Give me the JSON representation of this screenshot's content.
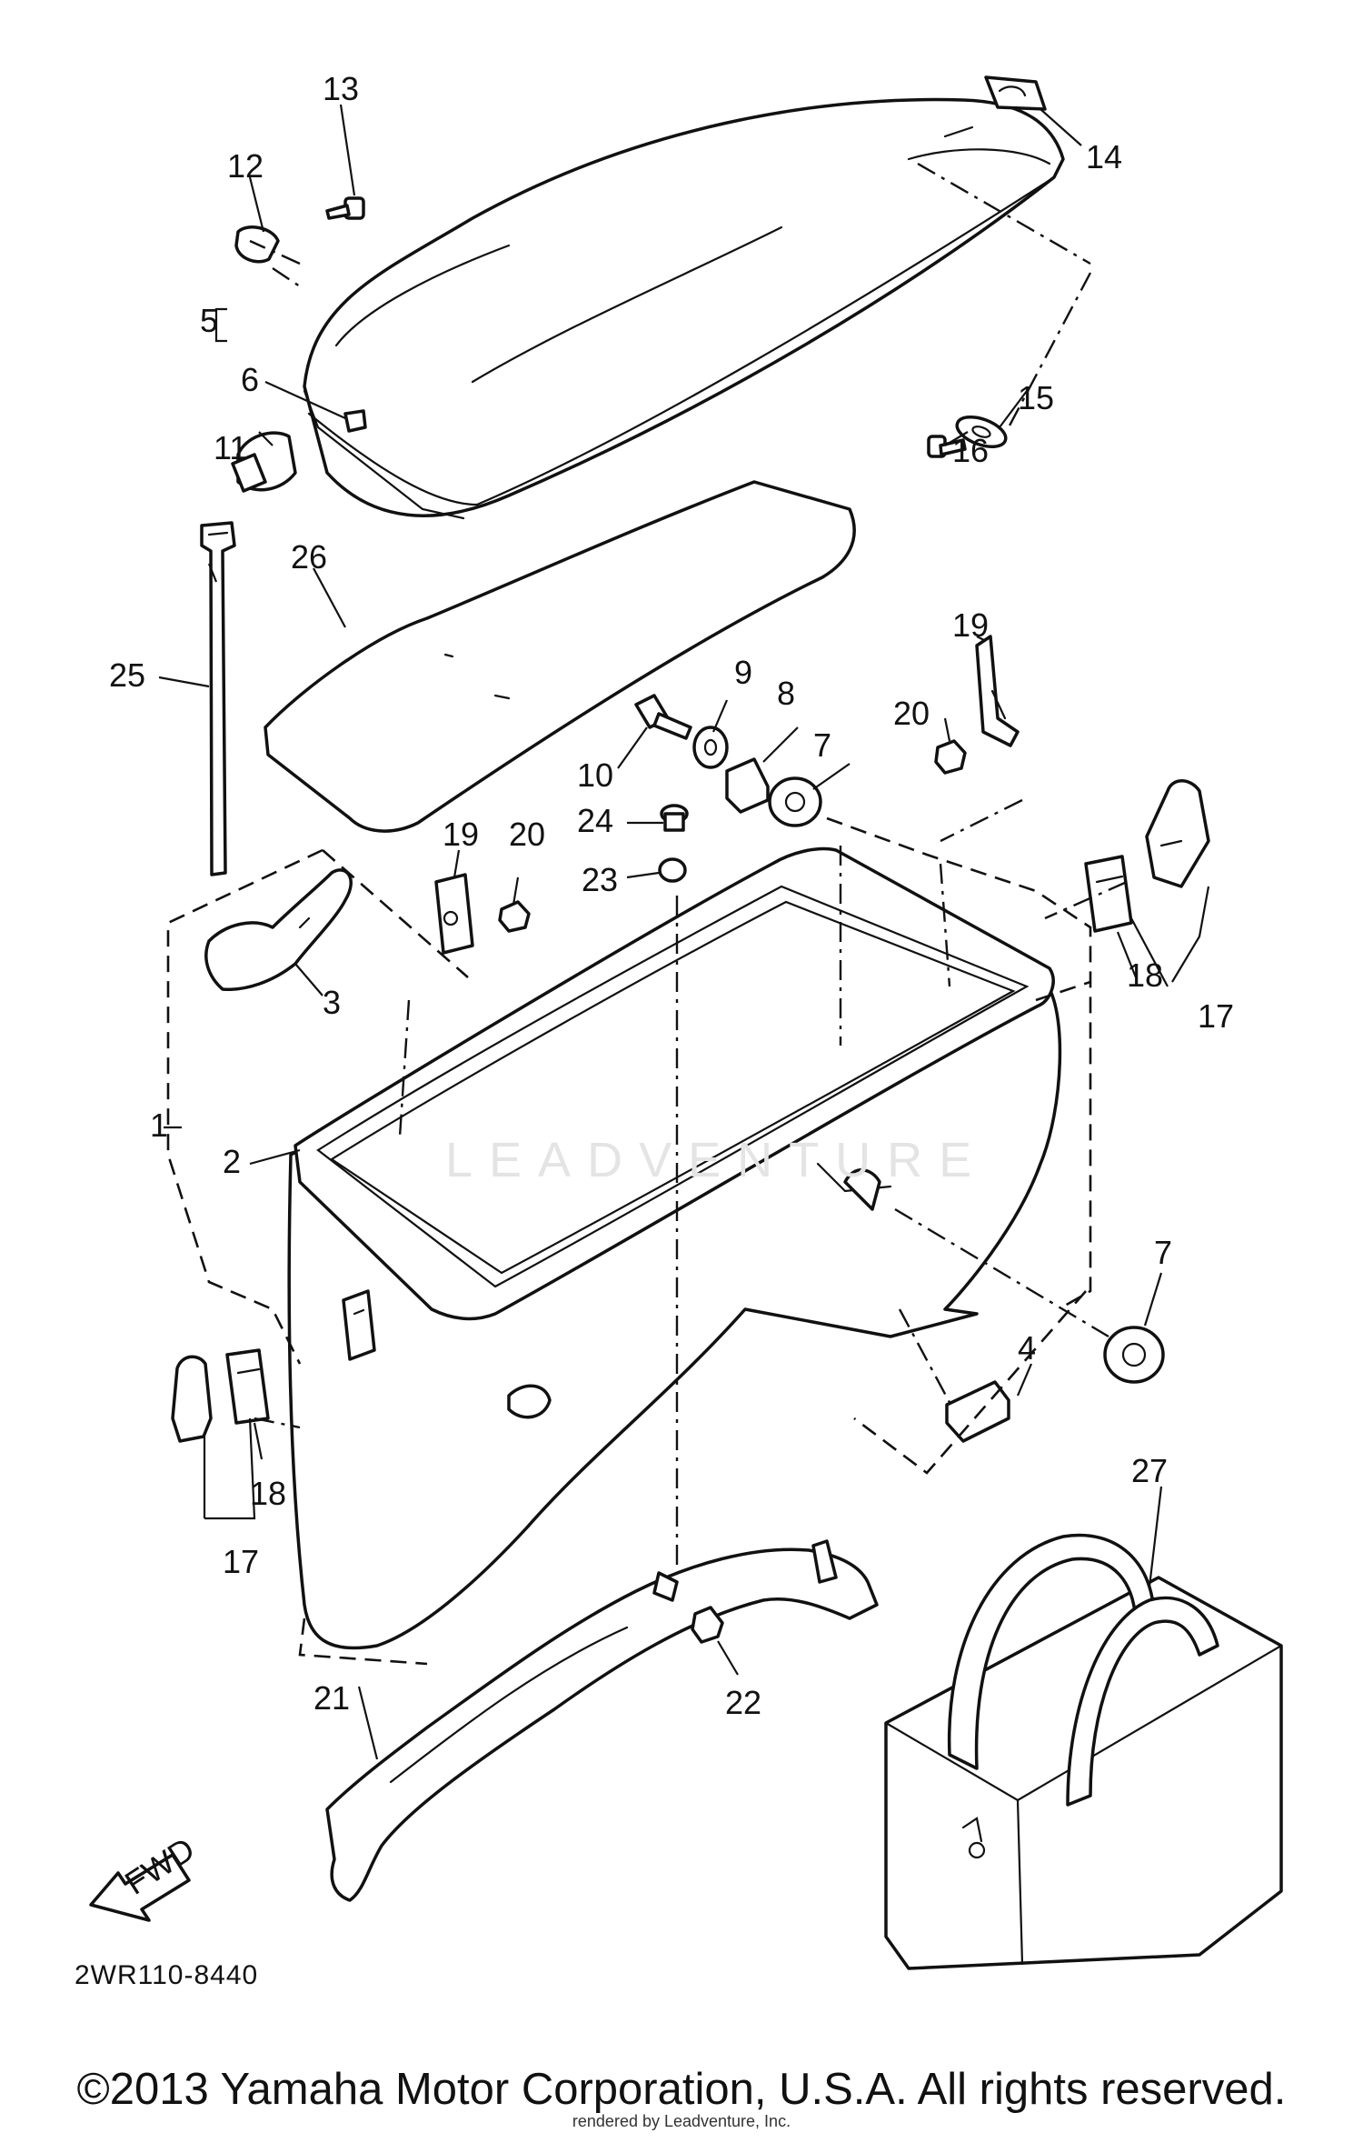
{
  "diagram_code": "2WR110-8440",
  "copyright": "©2013 Yamaha Motor Corporation, U.S.A. All rights reserved.",
  "credit": "rendered by Leadventure, Inc.",
  "watermark": "LEADVENTURE",
  "fwd_label": "FWD",
  "callouts": {
    "c1": "1",
    "c2": "2",
    "c3": "3",
    "c4": "4",
    "c5": "5",
    "c6": "6",
    "c7a": "7",
    "c7b": "7",
    "c8": "8",
    "c9": "9",
    "c10": "10",
    "c11": "11",
    "c12": "12",
    "c13": "13",
    "c14": "14",
    "c15": "15",
    "c16": "16",
    "c17a": "17",
    "c17b": "17",
    "c18a": "18",
    "c18b": "18",
    "c19a": "19",
    "c19b": "19",
    "c20a": "20",
    "c20b": "20",
    "c21": "21",
    "c22": "22",
    "c23": "23",
    "c24": "24",
    "c25": "25",
    "c26": "26",
    "c27": "27"
  }
}
